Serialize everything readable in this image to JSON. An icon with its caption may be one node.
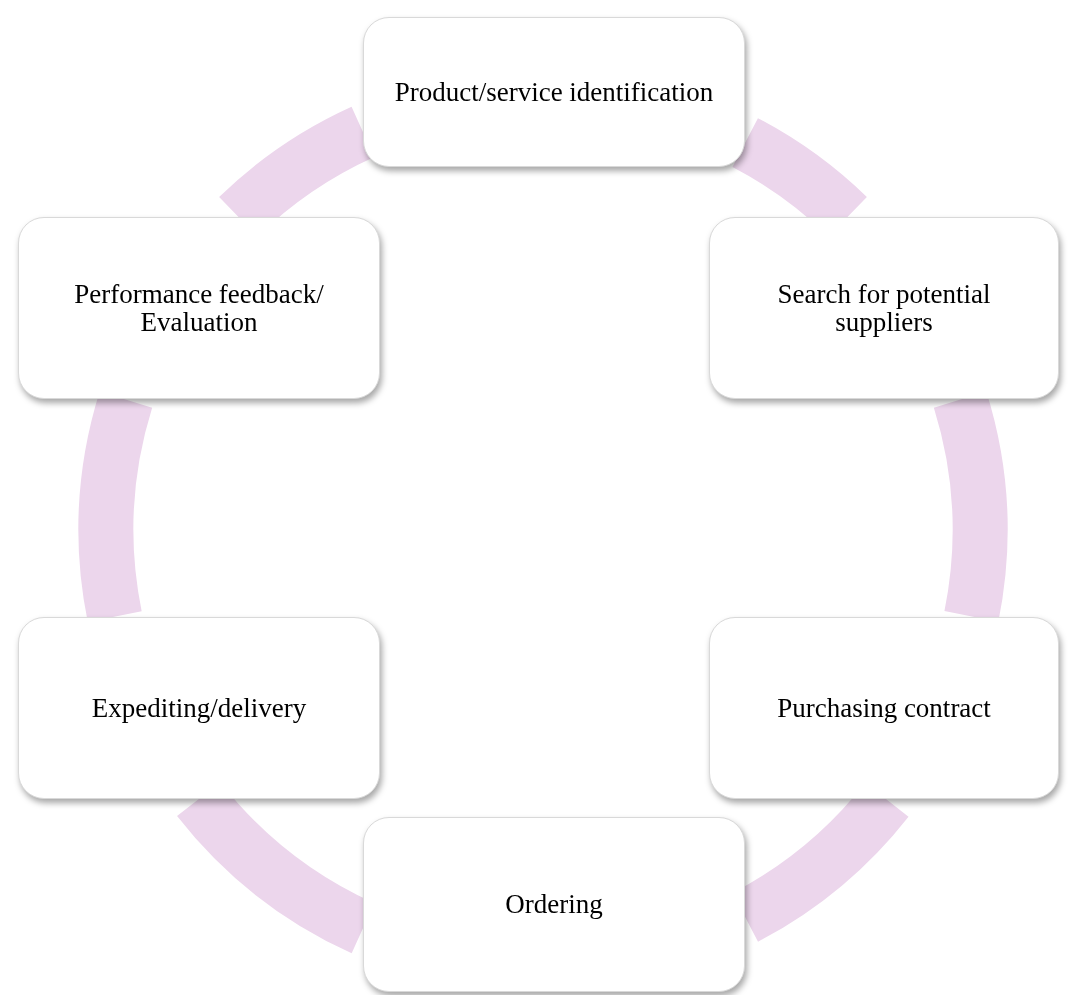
{
  "diagram": {
    "nodes": [
      {
        "text": [
          "Product/service identification"
        ]
      },
      {
        "text": [
          "Search for potential suppliers"
        ]
      },
      {
        "text": [
          "Purchasing contract"
        ]
      },
      {
        "text": [
          "Ordering"
        ]
      },
      {
        "text": [
          "Expediting/delivery"
        ]
      },
      {
        "text": [
          "Performance feedback/ Evaluation"
        ]
      }
    ],
    "edges": [
      {
        "from": 0,
        "to": 1,
        "arrow": "none"
      },
      {
        "from": 1,
        "to": 2,
        "arrow": "none"
      },
      {
        "from": 2,
        "to": 3,
        "arrow": "none"
      },
      {
        "from": 3,
        "to": 4,
        "arrow": "none"
      },
      {
        "from": 4,
        "to": 5,
        "arrow": "none"
      },
      {
        "from": 5,
        "to": 0,
        "arrow": "none"
      }
    ]
  }
}
